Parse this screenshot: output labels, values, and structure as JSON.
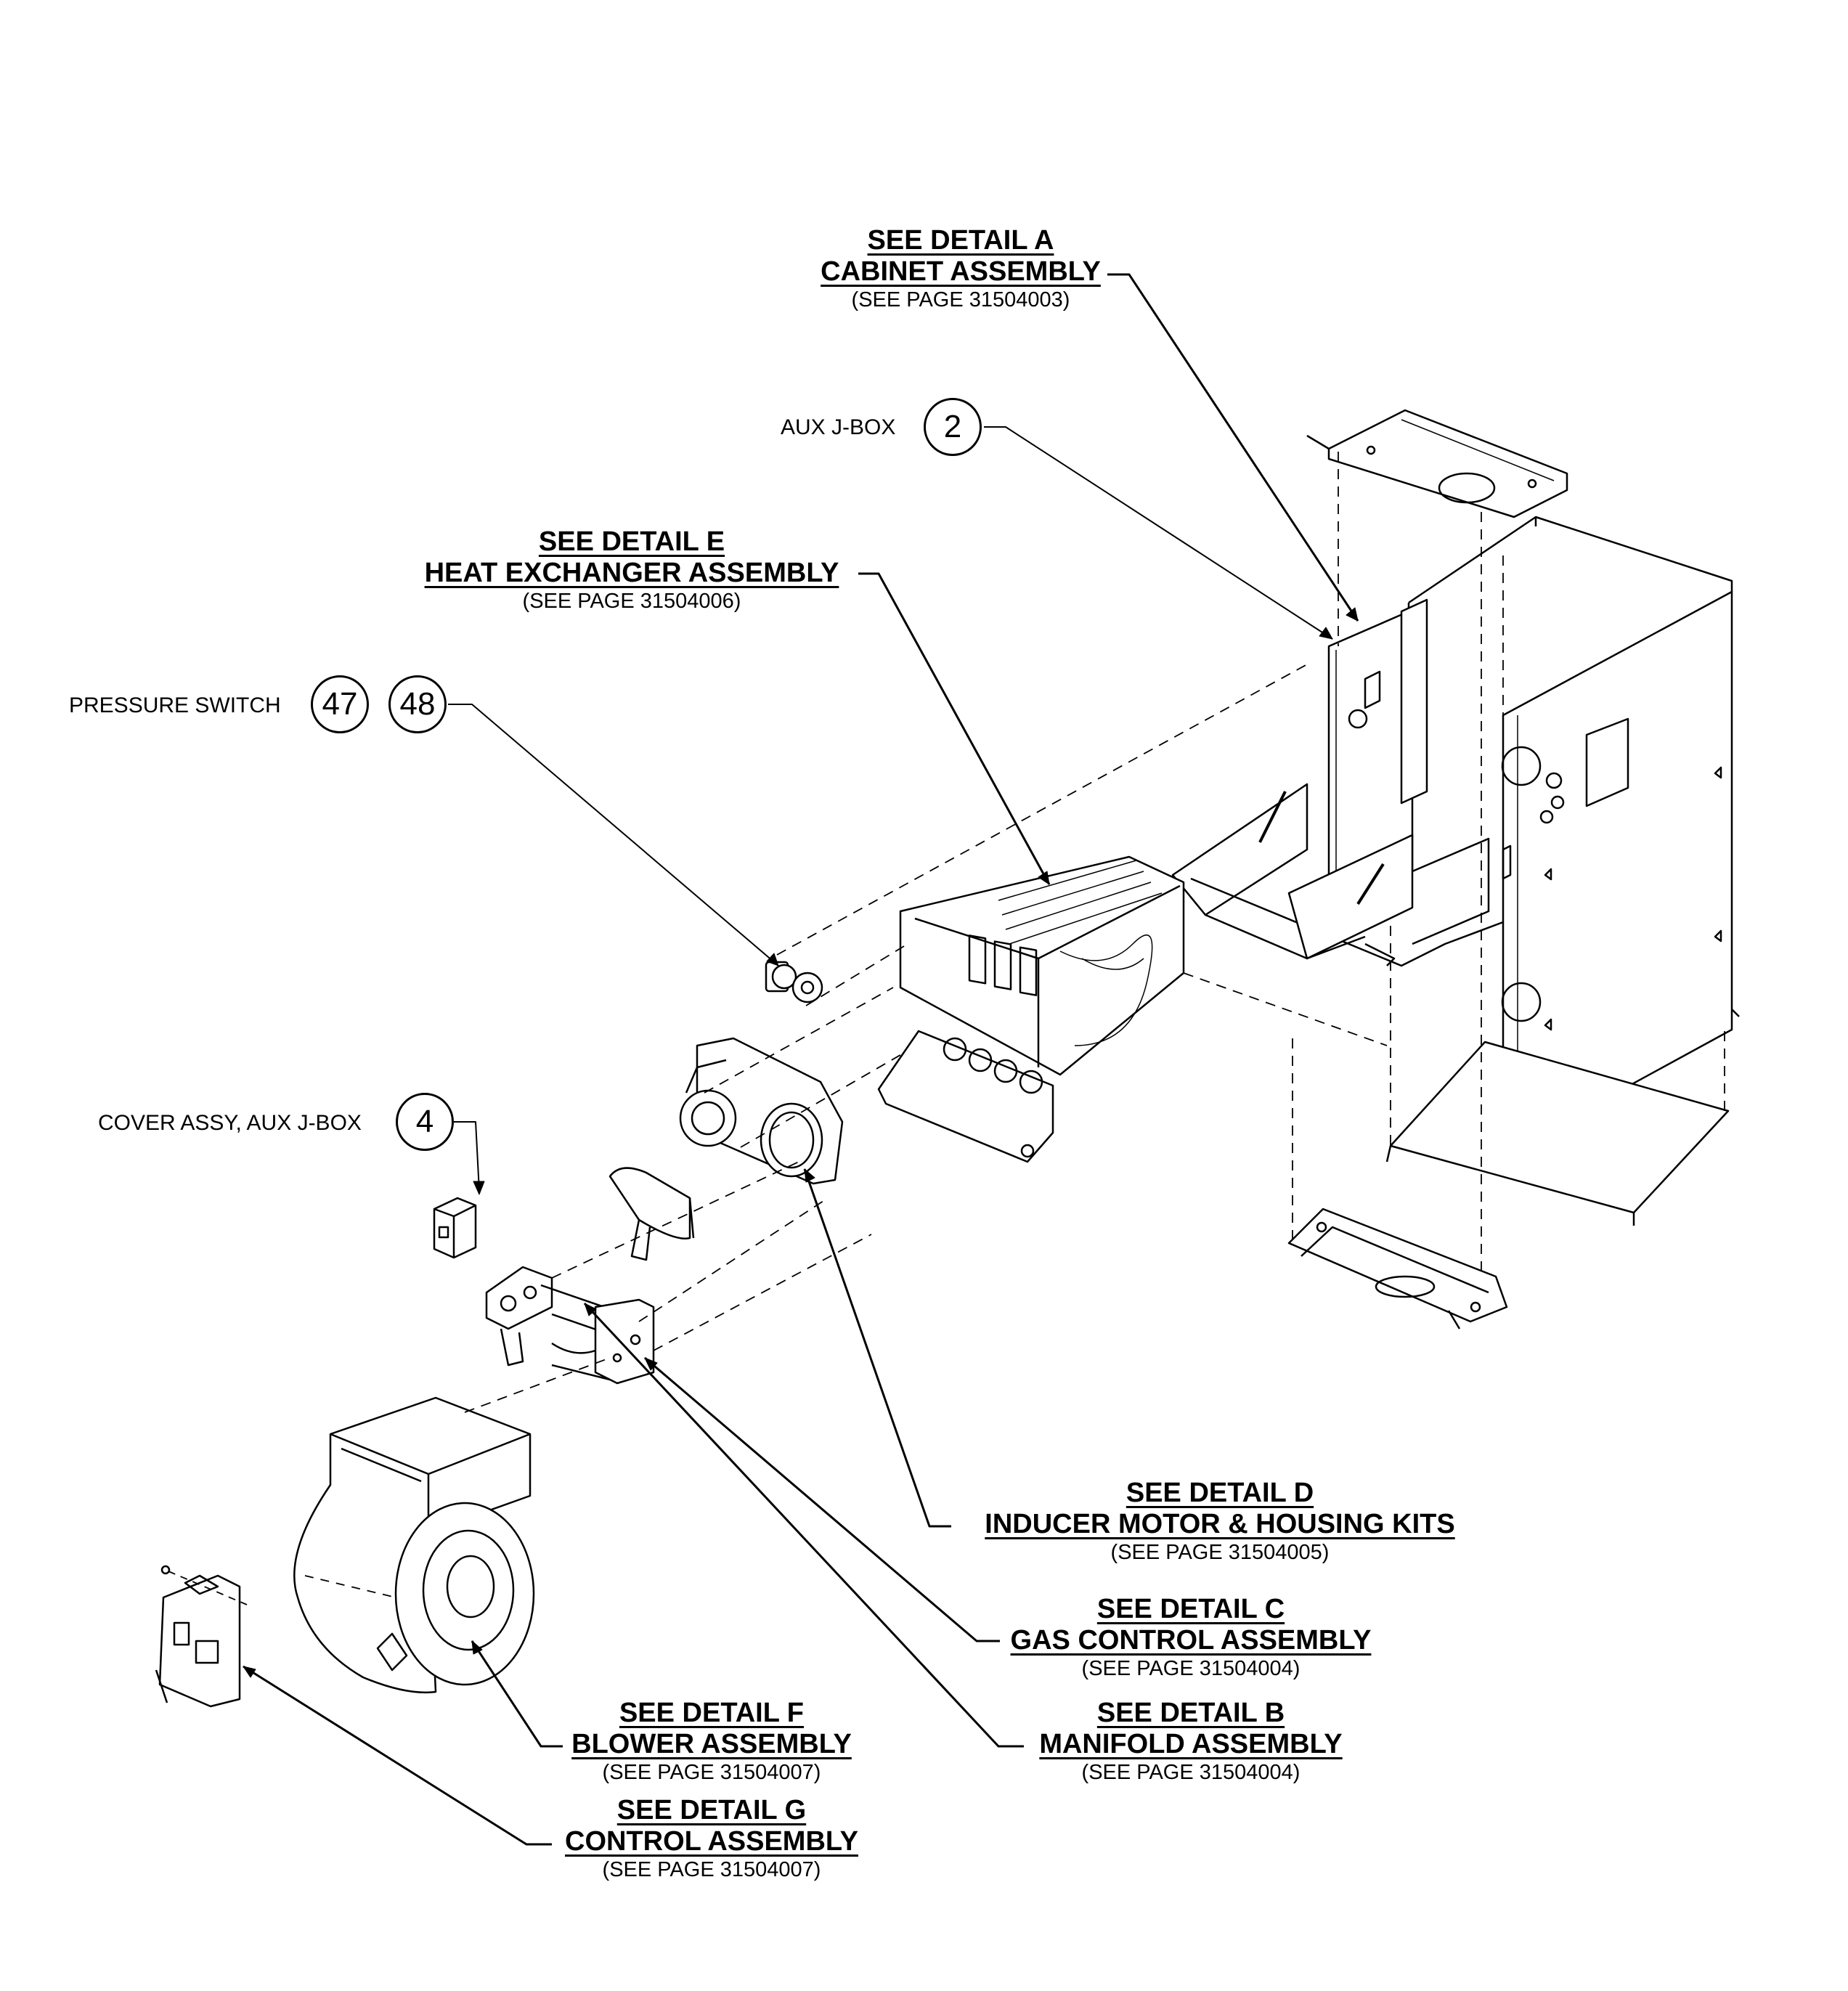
{
  "details": [
    {
      "id": "a",
      "line1": "SEE DETAIL A",
      "line2": "CABINET ASSEMBLY",
      "page": "(SEE PAGE 31504003)"
    },
    {
      "id": "e",
      "line1": "SEE DETAIL E",
      "line2": "HEAT EXCHANGER ASSEMBLY",
      "page": "(SEE PAGE 31504006)"
    },
    {
      "id": "d",
      "line1": "SEE DETAIL D",
      "line2": "INDUCER MOTOR & HOUSING KITS",
      "page": "(SEE PAGE 31504005)"
    },
    {
      "id": "c",
      "line1": "SEE DETAIL C",
      "line2": "GAS CONTROL ASSEMBLY",
      "page": "(SEE PAGE 31504004)"
    },
    {
      "id": "b",
      "line1": "SEE DETAIL B",
      "line2": "MANIFOLD ASSEMBLY",
      "page": "(SEE PAGE 31504004)"
    },
    {
      "id": "f",
      "line1": "SEE DETAIL F",
      "line2": "BLOWER ASSEMBLY",
      "page": "(SEE PAGE 31504007)"
    },
    {
      "id": "g",
      "line1": "SEE DETAIL G",
      "line2": "CONTROL ASSEMBLY",
      "page": "(SEE PAGE 31504007)"
    }
  ],
  "callouts": [
    {
      "id": "aux",
      "label": "AUX J-BOX",
      "numbers": [
        "2"
      ]
    },
    {
      "id": "ps",
      "label": "PRESSURE SWITCH",
      "numbers": [
        "47",
        "48"
      ]
    },
    {
      "id": "cov",
      "label": "COVER ASSY, AUX J-BOX",
      "numbers": [
        "4"
      ]
    }
  ]
}
